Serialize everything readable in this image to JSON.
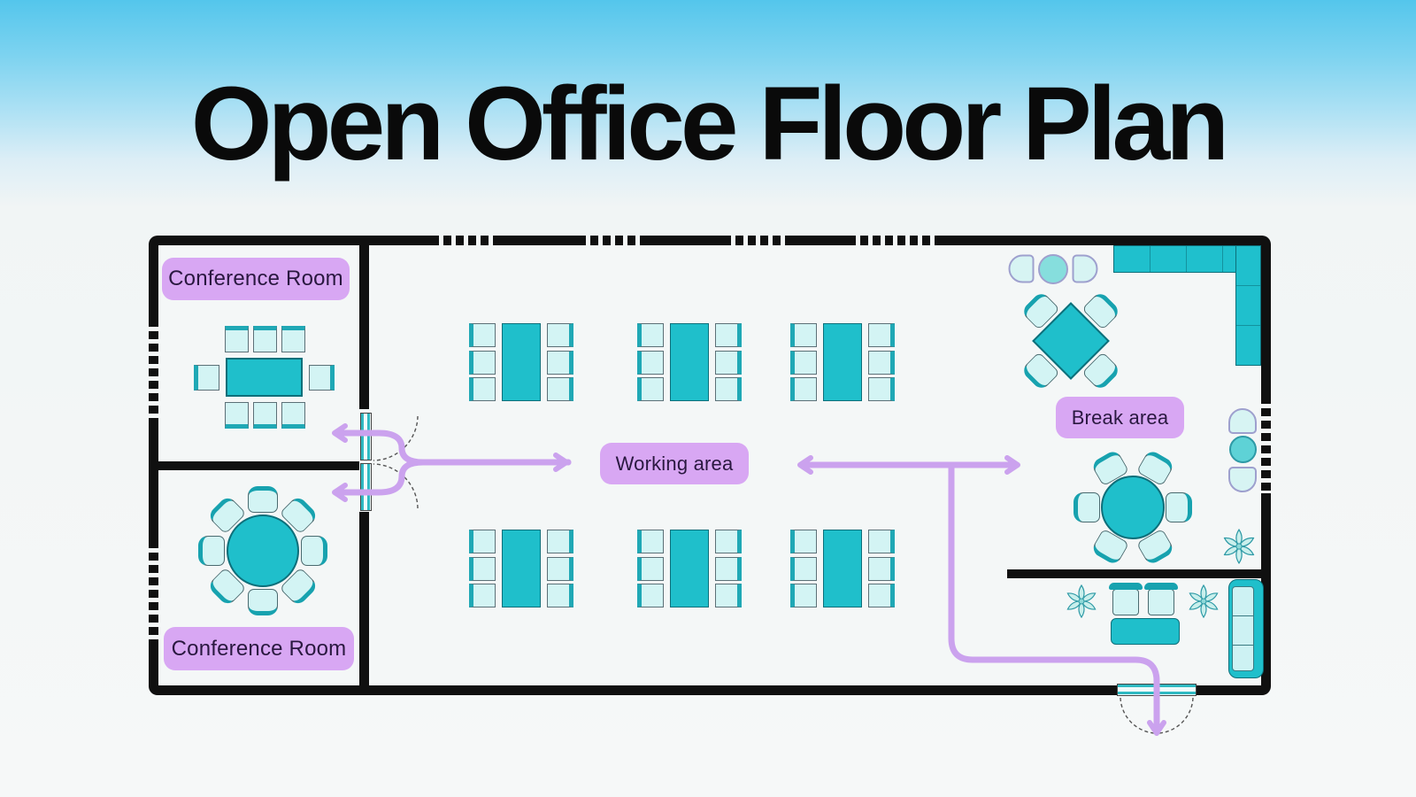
{
  "title": "Open Office Floor Plan",
  "areas": {
    "conference_room_top": {
      "label": "Conference Room"
    },
    "conference_room_bottom": {
      "label": "Conference Room"
    },
    "working_area": {
      "label": "Working area"
    },
    "break_area": {
      "label": "Break area"
    }
  },
  "colors": {
    "background_top": "#54C6EC",
    "background_bottom": "#F6F8F8",
    "wall": "#101010",
    "furniture_teal": "#1FBFCB",
    "furniture_light": "#D3F4F4",
    "furniture_accent": "#1FA8B5",
    "bistro_outline": "#9EA0CE",
    "label_background": "#D8A7F3",
    "label_text": "#2A1840",
    "arrow": "#CBA2EE",
    "title_text": "#0A0A0A"
  }
}
